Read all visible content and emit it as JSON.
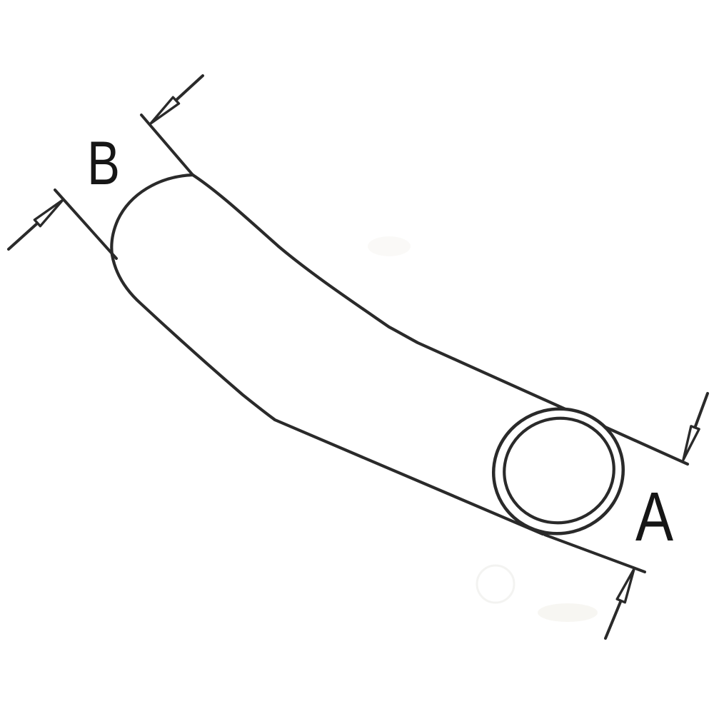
{
  "figure": {
    "description": "Technical line drawing of a curved hose; domed closed end at upper left, open tube bore at lower right, with two diameter dimension callouts",
    "labels": {
      "a": "A",
      "b": "B"
    }
  },
  "colors": {
    "ink": "#2a2a2a",
    "letter": "#161616",
    "paper": "#ffffff"
  }
}
